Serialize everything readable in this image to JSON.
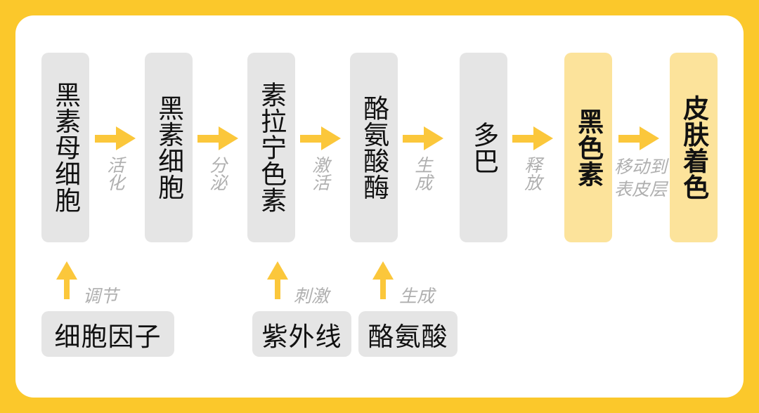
{
  "canvas": {
    "frame_color": "#FBC82B",
    "card_color": "#FFFFFF",
    "node_grey": "#E5E5E5",
    "node_yellow": "#FCE39B",
    "arrow_color": "#FBC73B",
    "label_color": "#AFAFAF",
    "text_color": "#111111"
  },
  "flow": {
    "nodes": [
      {
        "label": "黑素母细胞",
        "style": "grey"
      },
      {
        "label": "黑素细胞",
        "style": "grey"
      },
      {
        "label": "素拉宁色素",
        "style": "grey"
      },
      {
        "label": "酪氨酸酶",
        "style": "grey"
      },
      {
        "label": "多巴",
        "style": "grey"
      },
      {
        "label": "黑色素",
        "style": "yellow"
      },
      {
        "label": "皮肤着色",
        "style": "yellow"
      }
    ],
    "transitions": [
      {
        "label": "活化"
      },
      {
        "label": "分泌"
      },
      {
        "label": "激活"
      },
      {
        "label": "生成"
      },
      {
        "label": "释放"
      },
      {
        "label_line1": "移动到",
        "label_line2": "表皮层"
      }
    ]
  },
  "inputs": [
    {
      "label": "细胞因子",
      "action": "调节"
    },
    {
      "label": "紫外线",
      "action": "刺激"
    },
    {
      "label": "酪氨酸",
      "action": "生成"
    }
  ]
}
